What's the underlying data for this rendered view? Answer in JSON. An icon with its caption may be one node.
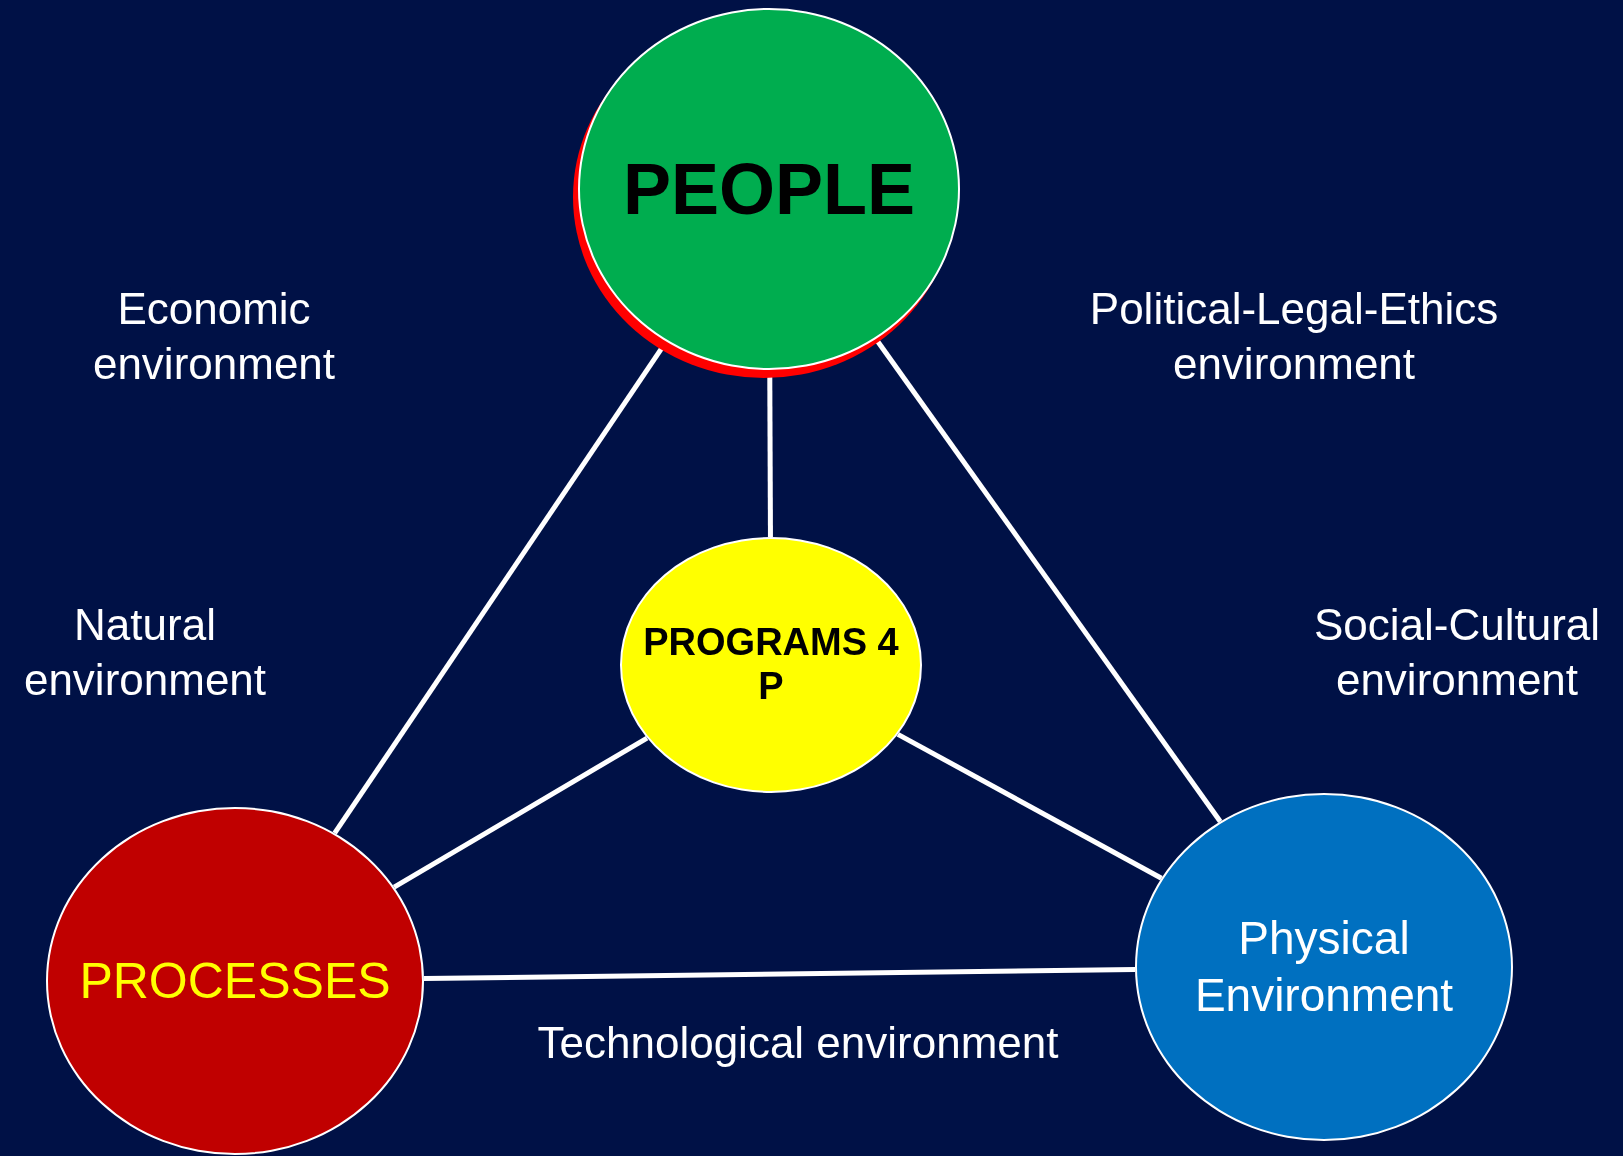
{
  "diagram": {
    "nodes": [
      {
        "text": [
          "PEOPLE"
        ]
      },
      {
        "text": [
          "PROGRAMS 4 P"
        ]
      },
      {
        "text": [
          "PROCESSES"
        ]
      },
      {
        "text": [
          "Physical Environment"
        ]
      }
    ],
    "edges": [
      {
        "from": 0,
        "to": 1,
        "arrow": "none"
      },
      {
        "from": 0,
        "to": 2,
        "arrow": "none"
      },
      {
        "from": 0,
        "to": 3,
        "arrow": "none"
      },
      {
        "from": 1,
        "to": 2,
        "arrow": "none"
      },
      {
        "from": 1,
        "to": 3,
        "arrow": "none"
      },
      {
        "from": 2,
        "to": 3,
        "arrow": "none"
      }
    ],
    "labels": [
      "Economic environment",
      "Political-Legal-Ethics environment",
      "Natural environment",
      "Social-Cultural environment",
      "Technological environment"
    ]
  }
}
